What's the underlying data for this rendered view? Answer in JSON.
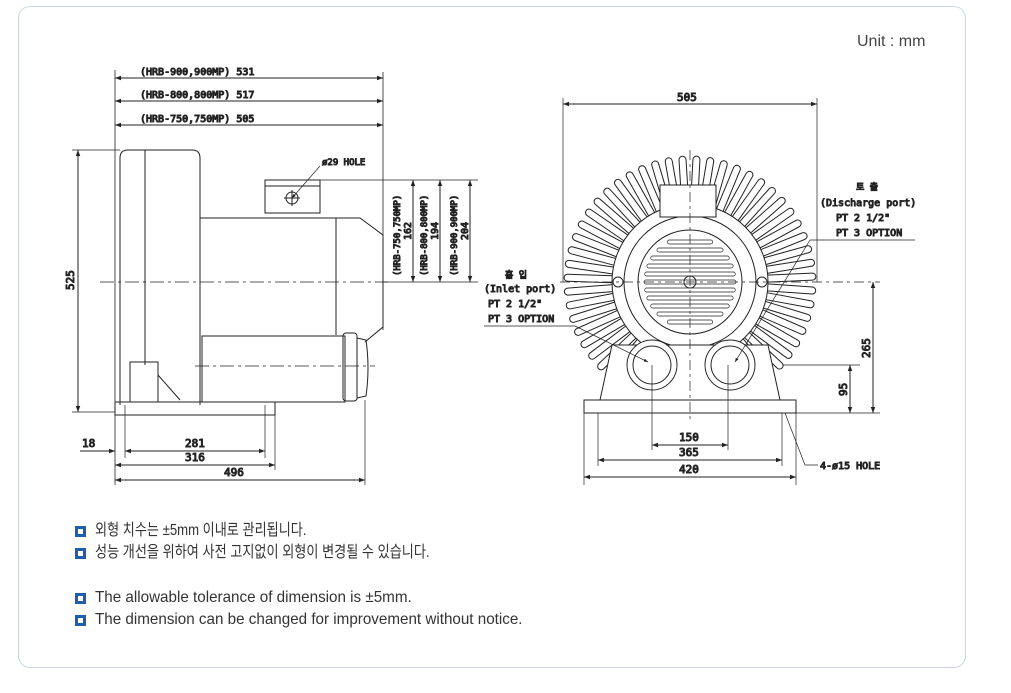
{
  "unit_label": "Unit : mm",
  "side_view": {
    "width_900": "(HRB-900,900MP)  531",
    "width_800": "(HRB-800,800MP)  517",
    "width_750": "(HRB-750,750MP)  505",
    "hole": "ø29 HOLE",
    "height": "525",
    "h_750": "(HRB-750,750MP)",
    "h_750_val": "162",
    "h_800": "(HRB-800,800MP)",
    "h_800_val": "194",
    "h_900": "(HRB-900,900MP)",
    "h_900_val": "204",
    "dim_18": "18",
    "dim_281": "281",
    "dim_316": "316",
    "dim_496": "496"
  },
  "front_view": {
    "width": "505",
    "discharge_ko": "토 출",
    "discharge_en": "(Discharge port)",
    "discharge_pt": "PT 2 1/2\"",
    "discharge_opt": "PT 3 OPTION",
    "inlet_ko": "흡 입",
    "inlet_en": "(Inlet port)",
    "inlet_pt": "PT 2 1/2\"",
    "inlet_opt": "PT 3 OPTION",
    "dim_265": "265",
    "dim_95": "95",
    "dim_150": "150",
    "dim_365": "365",
    "dim_420": "420",
    "holes": "4-ø15 HOLE"
  },
  "notes": {
    "ko": [
      "외형 치수는 ±5mm 이내로 관리됩니다.",
      "성능 개선을 위하여 사전 고지없이 외형이 변경될 수 있습니다."
    ],
    "en": [
      "The allowable tolerance of dimension is ±5mm.",
      "The dimension can be changed for improvement without notice."
    ]
  },
  "colors": {
    "bullet": "#1b5fae",
    "border": "#c9d6e8"
  }
}
